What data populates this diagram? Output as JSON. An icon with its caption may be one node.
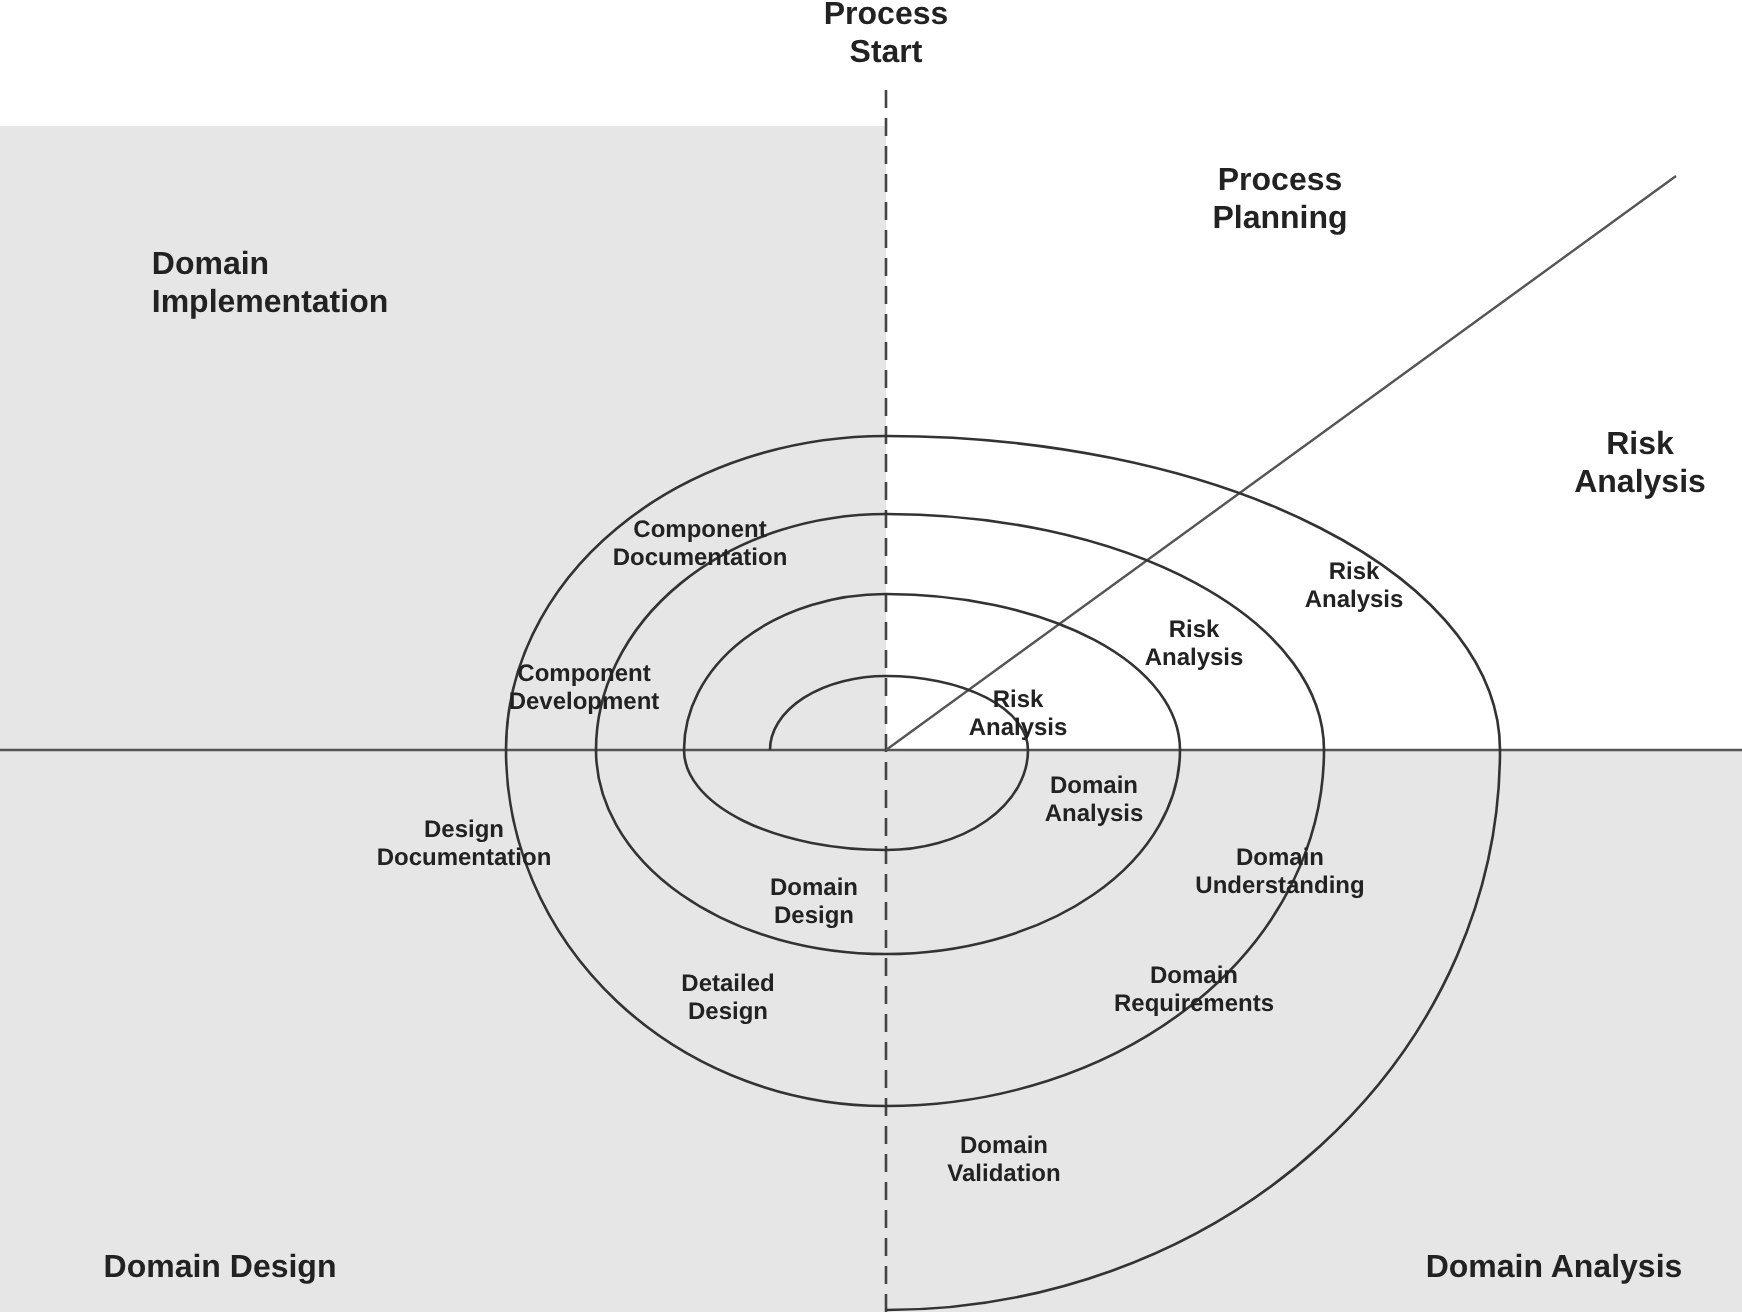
{
  "diagram": {
    "labels": [
      "Process Start",
      "Domain Implementation",
      "Process Planning",
      "Risk Analysis",
      "Component Documentation",
      "Risk Analysis",
      "Risk Analysis",
      "Component Development",
      "Risk Analysis",
      "Domain Analysis",
      "Design Documentation",
      "Domain Understanding",
      "Domain Design",
      "Detailed Design",
      "Domain Requirements",
      "Domain Validation",
      "Domain Design",
      "Domain Analysis"
    ]
  }
}
